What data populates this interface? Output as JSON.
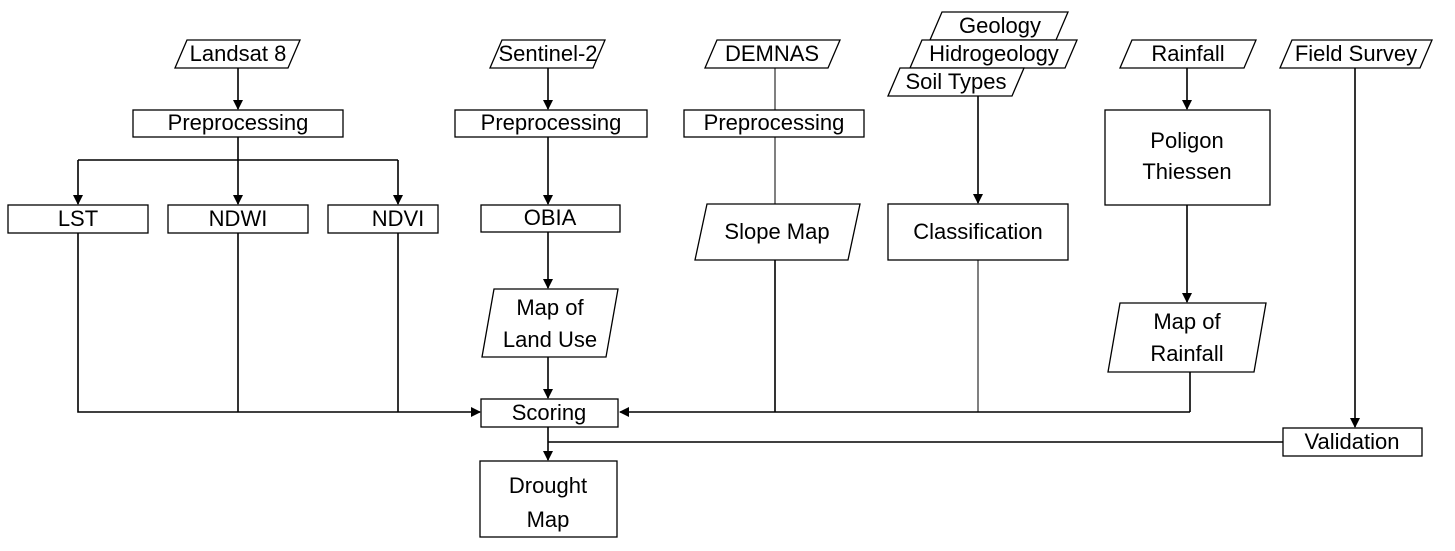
{
  "inputs": {
    "landsat": "Landsat 8",
    "sentinel": "Sentinel-2",
    "demnas": "DEMNAS",
    "geology": "Geology",
    "hidrogeology": "Hidrogeology",
    "soil": "Soil Types",
    "rainfall": "Rainfall",
    "field_survey": "Field Survey"
  },
  "process": {
    "pre_landsat": "Preprocessing",
    "pre_sentinel": "Preprocessing",
    "pre_demnas": "Preprocessing",
    "lst": "LST",
    "ndwi": "NDWI",
    "ndvi": "NDVI",
    "obia": "OBIA",
    "classification": "Classification",
    "thiessen_1": "Poligon",
    "thiessen_2": "Thiessen",
    "scoring": "Scoring",
    "validation": "Validation"
  },
  "outputs": {
    "landuse_1": "Map of",
    "landuse_2": "Land Use",
    "slope": "Slope Map",
    "rain_1": "Map of",
    "rain_2": "Rainfall",
    "drought_1": "Drought",
    "drought_2": "Map"
  }
}
